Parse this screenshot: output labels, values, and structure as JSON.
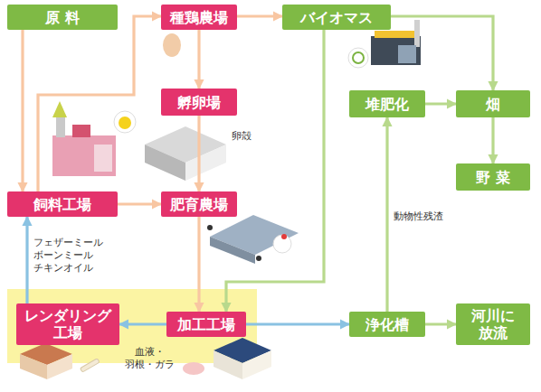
{
  "diagram": {
    "nodes": [
      {
        "text": [
          "原 料"
        ]
      },
      {
        "text": [
          "種鶏農場"
        ]
      },
      {
        "text": [
          "バイオマス"
        ]
      },
      {
        "text": [
          "孵卵場"
        ]
      },
      {
        "text": [
          "堆肥化"
        ]
      },
      {
        "text": [
          "畑"
        ]
      },
      {
        "text": [
          "野 菜"
        ]
      },
      {
        "text": [
          "飼料工場"
        ]
      },
      {
        "text": [
          "肥育農場"
        ]
      },
      {
        "text": [
          "レンダリング 工場"
        ]
      },
      {
        "text": [
          "加工工場"
        ]
      },
      {
        "text": [
          "浄化槽"
        ]
      },
      {
        "text": [
          "河川に 放流"
        ]
      }
    ],
    "edges": [
      {
        "from": 0,
        "to": 7,
        "arrow": "to"
      },
      {
        "from": 7,
        "to": 1,
        "arrow": "to"
      },
      {
        "from": 1,
        "to": 3,
        "arrow": "to"
      },
      {
        "from": 1,
        "to": 2,
        "arrow": "to"
      },
      {
        "from": 3,
        "to": 8,
        "arrow": "to"
      },
      {
        "from": 7,
        "to": 8,
        "arrow": "to"
      },
      {
        "from": 8,
        "to": 10,
        "arrow": "to"
      },
      {
        "from": 2,
        "to": 10,
        "arrow": "to"
      },
      {
        "from": 2,
        "to": 5,
        "arrow": "to"
      },
      {
        "from": 4,
        "to": 5,
        "arrow": "to"
      },
      {
        "from": 5,
        "to": 6,
        "arrow": "to"
      },
      {
        "from": 10,
        "to": 9,
        "label": "血液・ 羽根・ガラ",
        "arrow": "to"
      },
      {
        "from": 10,
        "to": 11,
        "arrow": "to"
      },
      {
        "from": 11,
        "to": 4,
        "label": "動物性残渣",
        "arrow": "to"
      },
      {
        "from": 11,
        "to": 12,
        "arrow": "to"
      },
      {
        "from": 9,
        "to": 7,
        "label": "フェザーミール ボーンミール チキンオイル",
        "arrow": "to"
      }
    ],
    "labels": [
      "卵殻"
    ]
  }
}
